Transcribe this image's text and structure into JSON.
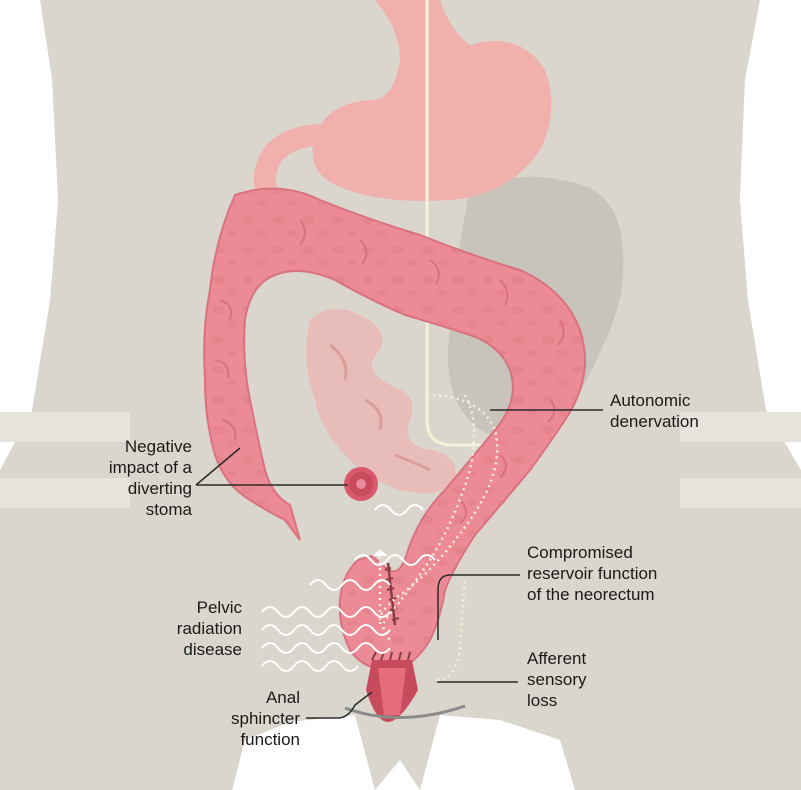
{
  "labels": {
    "stoma": "Negative\nimpact of a\ndiverting\nstoma",
    "autonomic": "Autonomic\ndenervation",
    "reservoir": "Compromised\nreservoir function\nof the neorectum",
    "pelvic": "Pelvic\nradiation\ndisease",
    "afferent": "Afferent\nsensory\nloss",
    "anal": "Anal\nsphincter\nfunction"
  },
  "colors": {
    "body": "#dad6cd",
    "colon": "#ec8b95",
    "colon_shadow": "#d9727f",
    "stomach": "#f0b1ad",
    "small_intestine": "#e8bcb8",
    "liver": "#c8c3bb",
    "nerve": "#f6f1da",
    "leader_line": "#2a2a2a"
  }
}
